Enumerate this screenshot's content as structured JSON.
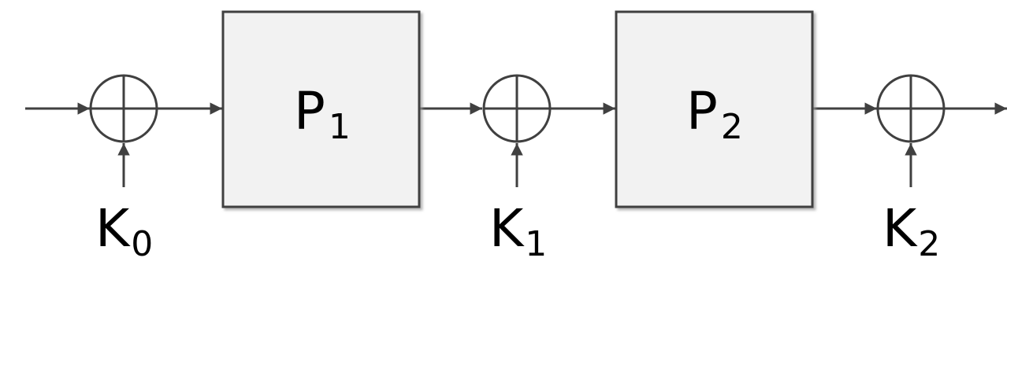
{
  "permutations": [
    {
      "main": "P",
      "sub": "1"
    },
    {
      "main": "P",
      "sub": "2"
    }
  ],
  "keys": [
    {
      "main": "K",
      "sub": "0"
    },
    {
      "main": "K",
      "sub": "1"
    },
    {
      "main": "K",
      "sub": "2"
    }
  ],
  "colors": {
    "stroke": "#404040",
    "box_fill": "#f2f2f2",
    "text": "#000000"
  }
}
